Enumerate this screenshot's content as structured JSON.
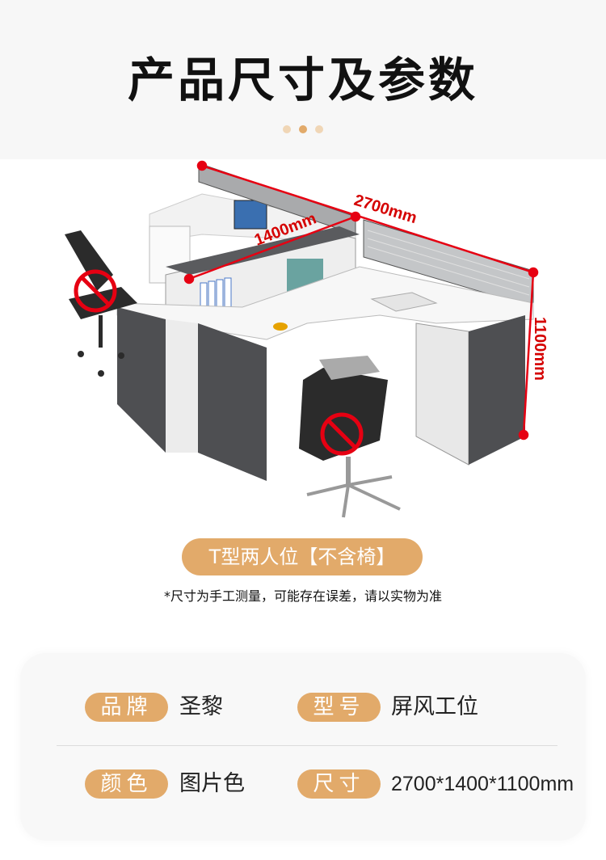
{
  "header": {
    "title": "产品尺寸及参数"
  },
  "colors": {
    "accent": "#e2aa6a",
    "dot_light": "#f0d6b6",
    "dimension": "#e60012"
  },
  "dimensions": {
    "width": "2700mm",
    "depth": "1400mm",
    "height": "1100mm"
  },
  "product_tag": "T型两人位【不含椅】",
  "note": "*尺寸为手工测量，可能存在误差，请以实物为准",
  "params": [
    {
      "label": "品牌",
      "value": "圣黎"
    },
    {
      "label": "型号",
      "value": "屏风工位"
    },
    {
      "label": "颜色",
      "value": "图片色"
    },
    {
      "label": "尺寸",
      "value": "2700*1400*1100mm"
    }
  ]
}
